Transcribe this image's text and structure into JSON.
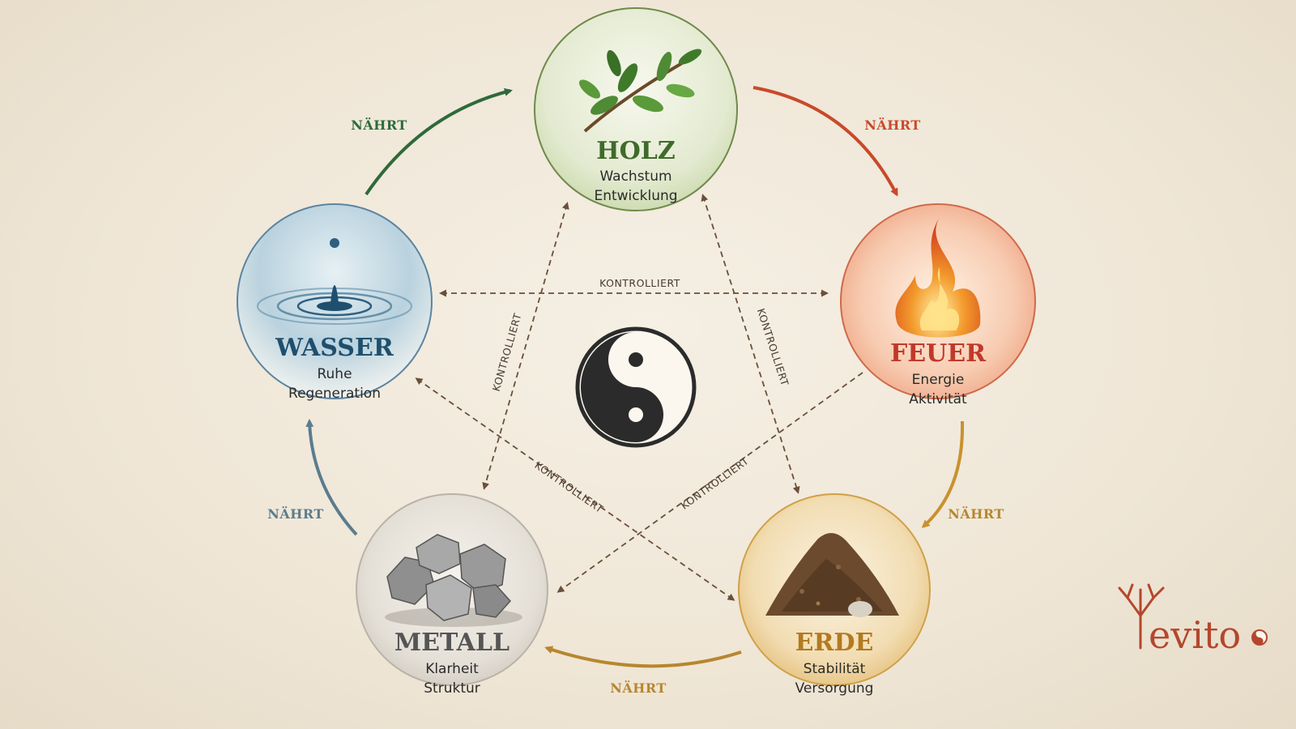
{
  "colors": {
    "wood": "#3f6b2a",
    "fire": "#c0392b",
    "earth": "#b27a20",
    "metal": "#555555",
    "water": "#1f4f6e",
    "nourish_wood": "#2e6a3a",
    "nourish_fire": "#c84a2a",
    "nourish_earth": "#c9912e",
    "nourish_metal": "#b7862e",
    "nourish_water": "#5b7c8e",
    "control": "#6b4f3a",
    "brand": "#b4472d"
  },
  "elements": {
    "holz": {
      "name": "HOLZ",
      "line1": "Wachstum",
      "line2": "Entwicklung",
      "image": "leaf-branch-icon"
    },
    "feuer": {
      "name": "FEUER",
      "line1": "Energie",
      "line2": "Aktivität",
      "image": "flame-icon"
    },
    "erde": {
      "name": "ERDE",
      "line1": "Stabilität",
      "line2": "Versorgung",
      "image": "soil-pile-icon"
    },
    "metall": {
      "name": "METALL",
      "line1": "Klarheit",
      "line2": "Struktur",
      "image": "metal-ore-icon"
    },
    "wasser": {
      "name": "WASSER",
      "line1": "Ruhe",
      "line2": "Regeneration",
      "image": "water-drop-icon"
    }
  },
  "cycle_labels": {
    "wasser_holz": "NÄHRT",
    "holz_feuer": "NÄHRT",
    "feuer_erde": "NÄHRT",
    "erde_metall": "NÄHRT",
    "metall_wasser": "NÄHRT"
  },
  "control_labels": {
    "wasser_feuer": "KONTROLLIERT",
    "holz_erde": "KONTROLLIERT",
    "erde_wasser": "KONTROLLIERT",
    "feuer_metall": "KONTROLLIERT",
    "metall_holz": "KONTROLLIERT"
  },
  "center": {
    "symbol": "yin-yang-icon"
  },
  "brand": {
    "logo": "tree-logo-icon",
    "name": "evito"
  }
}
